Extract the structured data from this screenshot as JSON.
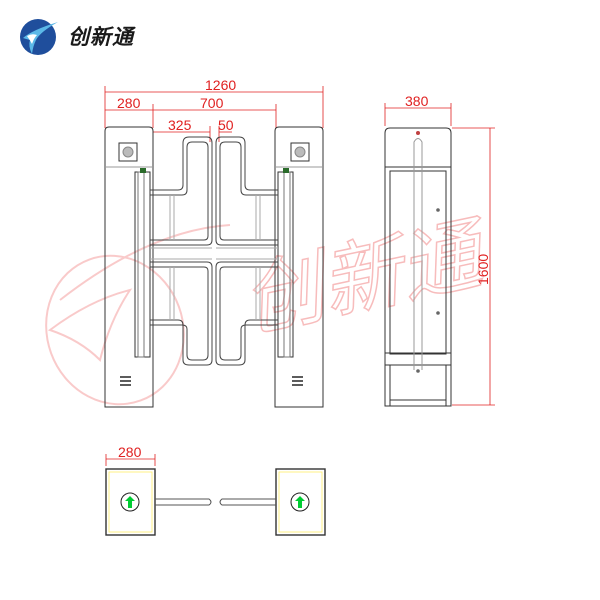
{
  "logo": {
    "brand_text": "创新通",
    "colors": {
      "circle": "#1f4e9c",
      "wing": "#5bb8e8",
      "text": "#1a1a1a"
    }
  },
  "watermark": {
    "text": "创新通",
    "color": "#f5b5b5"
  },
  "front_view": {
    "dimensions": {
      "overall_width": "1260",
      "cabinet_width": "280",
      "passage_width": "700",
      "wing_width": "325",
      "wing_gap": "50"
    }
  },
  "side_view": {
    "dimensions": {
      "depth": "380",
      "height": "1600"
    }
  },
  "top_view": {
    "dimensions": {
      "cabinet_width": "280"
    },
    "indicators": [
      {
        "icon": "green-up-arrow",
        "color": "#00cc33"
      },
      {
        "icon": "green-up-arrow",
        "color": "#00cc33"
      }
    ]
  },
  "colors": {
    "dimension_line": "#e02020",
    "outline": "#333333",
    "indicator_arrow": "#00cc33",
    "top_panel_inner": "#ffff99"
  }
}
